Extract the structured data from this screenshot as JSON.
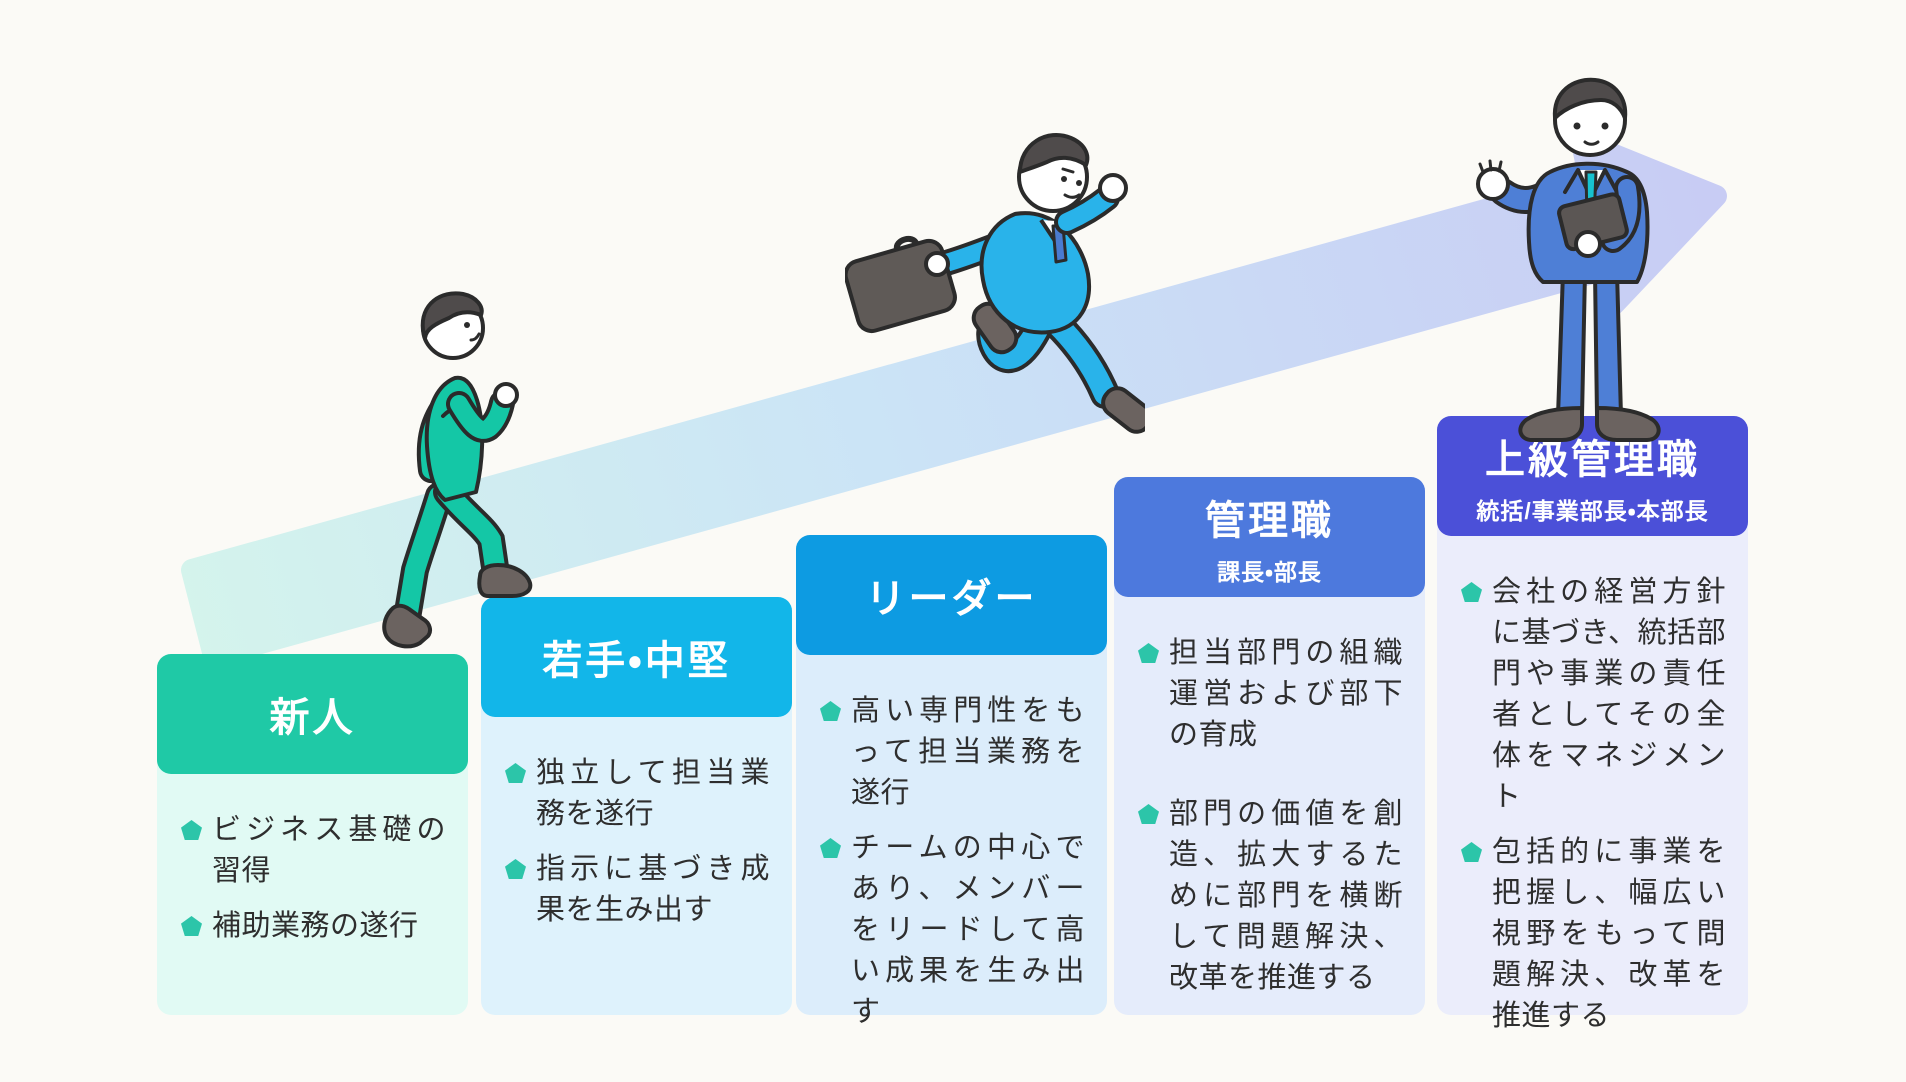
{
  "page": {
    "background_color": "#FBFAF6",
    "language": "ja",
    "description_names": [
      "career-steps-diagram"
    ]
  },
  "arrow": {
    "name": "ascending-arrow",
    "gradient_start_color": "#D4F4EC",
    "gradient_mid_color": "#CBE4F6",
    "gradient_end_color": "#C8CCF4"
  },
  "bullet_icon": {
    "name": "pentagon-bullet-icon",
    "color": "#2CC5A9"
  },
  "stages": [
    {
      "title": "新人",
      "subtitle": "",
      "header_color": "#1FC9A6",
      "body_color": "#E1FAF4",
      "items": [
        "ビジネス基礎の習得",
        "補助業務の遂行"
      ]
    },
    {
      "title": "若手・中堅",
      "subtitle": "",
      "header_color": "#12B6E9",
      "body_color": "#DEF2FC",
      "items": [
        "独立して担当業務を遂行",
        "指示に基づき成果を生み出す"
      ]
    },
    {
      "title": "リーダー",
      "subtitle": "",
      "header_color": "#0D9BE2",
      "body_color": "#DCEDFB",
      "items": [
        "高い専門性をもって担当業務を遂行",
        "チームの中心であり、メンバーをリードして高い成果を生み出す"
      ]
    },
    {
      "title": "管理職",
      "subtitle": "課長・部長",
      "header_color": "#4D79DD",
      "body_color": "#E5ECFB",
      "items": [
        "担当部門の組織運営および部下の育成",
        "部門の価値を創造、拡大するために部門を横断して問題解決、改革を推進する"
      ]
    },
    {
      "title": "上級管理職",
      "subtitle": "統括/事業部長・本部長",
      "header_color": "#4B50D8",
      "body_color": "#EBEDFB",
      "items": [
        "会社の経営方針に基づき、統括部門や事業の責任者としてその全体をマネジメント",
        "包括的に事業を把握し、幅広い視野をもって問題解決、改革を推進する"
      ]
    }
  ],
  "illustrations": [
    {
      "name": "climbing-person-icon",
      "suit_color": "#14C7A6",
      "hair_color": "#4F4B4B",
      "shoe_color": "#6B6360"
    },
    {
      "name": "running-person-icon",
      "suit_color": "#29B3EA",
      "tie_color": "#4A7BD0",
      "briefcase_color": "#5F5A57",
      "hair_color": "#4F4B4B",
      "shoe_color": "#6B6360"
    },
    {
      "name": "standing-person-icon",
      "suit_color": "#4E7FD6",
      "tie_color": "#17C2CF",
      "folder_color": "#5B5654",
      "hair_color": "#4F4B4B",
      "shoe_color": "#6B6360"
    }
  ]
}
